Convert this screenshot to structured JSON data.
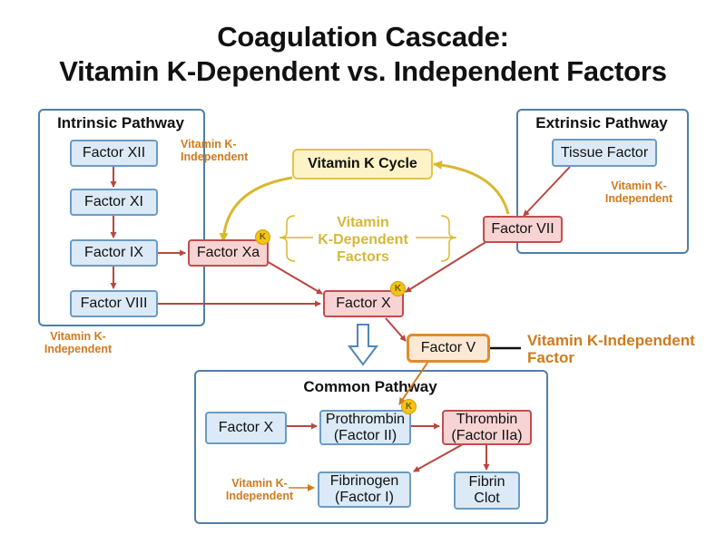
{
  "title": {
    "line1": "Coagulation Cascade:",
    "line2": "Vitamin K-Dependent vs. Independent Factors"
  },
  "intrinsic": {
    "title": "Intrinsic Pathway",
    "factor_xii": "Factor XII",
    "factor_xi": "Factor XI",
    "factor_ix": "Factor IX",
    "factor_viii": "Factor VIII",
    "note_xii_1": "Vitamin K-",
    "note_xii_2": "Independent",
    "note_viii_1": "Vitamin K-",
    "note_viii_2": "Independent"
  },
  "extrinsic": {
    "title": "Extrinsic Pathway",
    "tissue_factor": "Tissue Factor",
    "factor_vii": "Factor VII",
    "note_tf_1": "Vitamin K-",
    "note_tf_2": "Independent"
  },
  "center": {
    "vitamin_k_cycle": "Vitamin K Cycle",
    "dependent_1": "Vitamin",
    "dependent_2": "K-Dependent",
    "dependent_3": "Factors",
    "factor_xa": "Factor Xa",
    "factor_x": "Factor X",
    "factor_v": "Factor V",
    "factor_v_note_1": "Vitamin K-Independent",
    "factor_v_note_2": "Factor",
    "badge": "K"
  },
  "common": {
    "title": "Common Pathway",
    "factor_x": "Factor X",
    "prothrombin_1": "Prothrombin",
    "prothrombin_2": "(Factor II)",
    "thrombin_1": "Thrombin",
    "thrombin_2": "(Factor IIa)",
    "fibrinogen_1": "Fibrinogen",
    "fibrinogen_2": "(Factor I)",
    "fibrin_1": "Fibrin",
    "fibrin_2": "Clot",
    "note_fib_1": "Vitamin K-",
    "note_fib_2": "Independent"
  },
  "colors": {
    "dependent_red": "#c24d4d",
    "independent_blue": "#6b9bc4",
    "vitamin_k_yellow": "#e3c24c",
    "independent_note_orange": "#d07a1e"
  }
}
